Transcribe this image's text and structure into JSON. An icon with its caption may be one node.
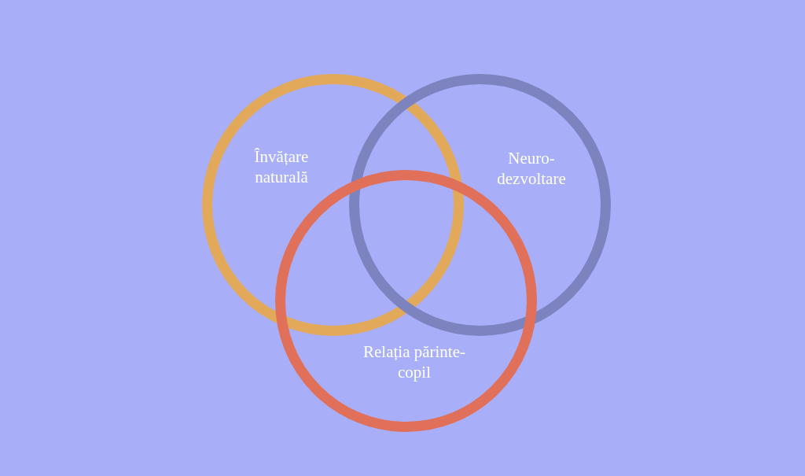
{
  "diagram": {
    "nodes": [
      {
        "text": [
          "Învățare naturală"
        ]
      },
      {
        "text": [
          "Neuro- dezvoltare"
        ]
      },
      {
        "text": [
          "Relația părinte-copil"
        ]
      }
    ]
  }
}
